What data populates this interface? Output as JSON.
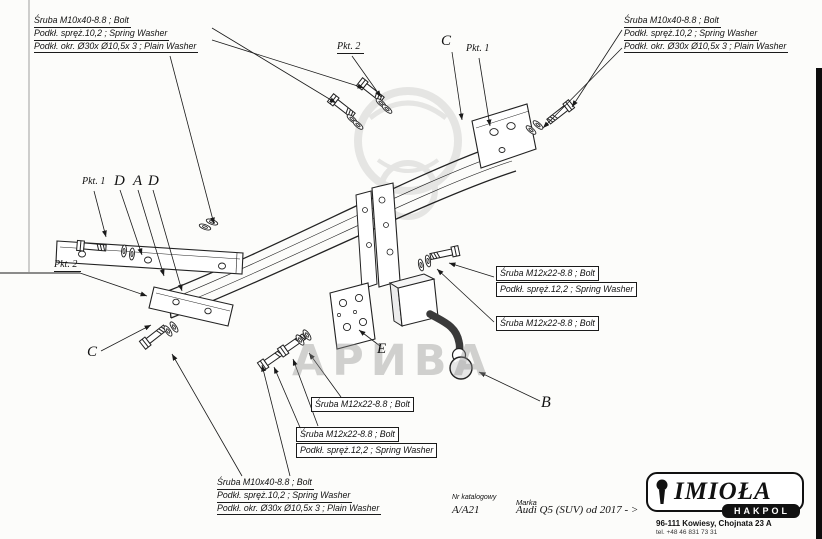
{
  "labels": {
    "bolt_m10": "Śruba M10x40-8.8 ;  Bolt",
    "spring_washer_m10": "Podkł. spręż.10,2 ; Spring Washer",
    "plain_washer": "Podkł. okr.  Ø30x Ø10,5x 3 ; Plain Washer",
    "bolt_m12": "Śruba M12x22-8.8 ;  Bolt",
    "spring_washer_m12": "Podkł. spręż.12,2 ; Spring Washer",
    "pkt_1": "Pkt. 1",
    "pkt_2": "Pkt. 2"
  },
  "letters": {
    "a": "A",
    "b": "B",
    "c": "C",
    "d": "D",
    "e": "E"
  },
  "footer": {
    "catalog_header": "Nr katalogowy",
    "brand_header": "Marka",
    "catalog_number": "A/A21",
    "vehicle": "Audi Q5 (SUV)   od 2017 - >"
  },
  "logo": {
    "name": "IMIOŁA",
    "subtitle": "HAKPOL",
    "address": "96-111 Kowiesy, Chojnata 23 A",
    "phone": "tel. +48 46 831 73 31"
  },
  "watermark": {
    "text": "АРИВА"
  }
}
